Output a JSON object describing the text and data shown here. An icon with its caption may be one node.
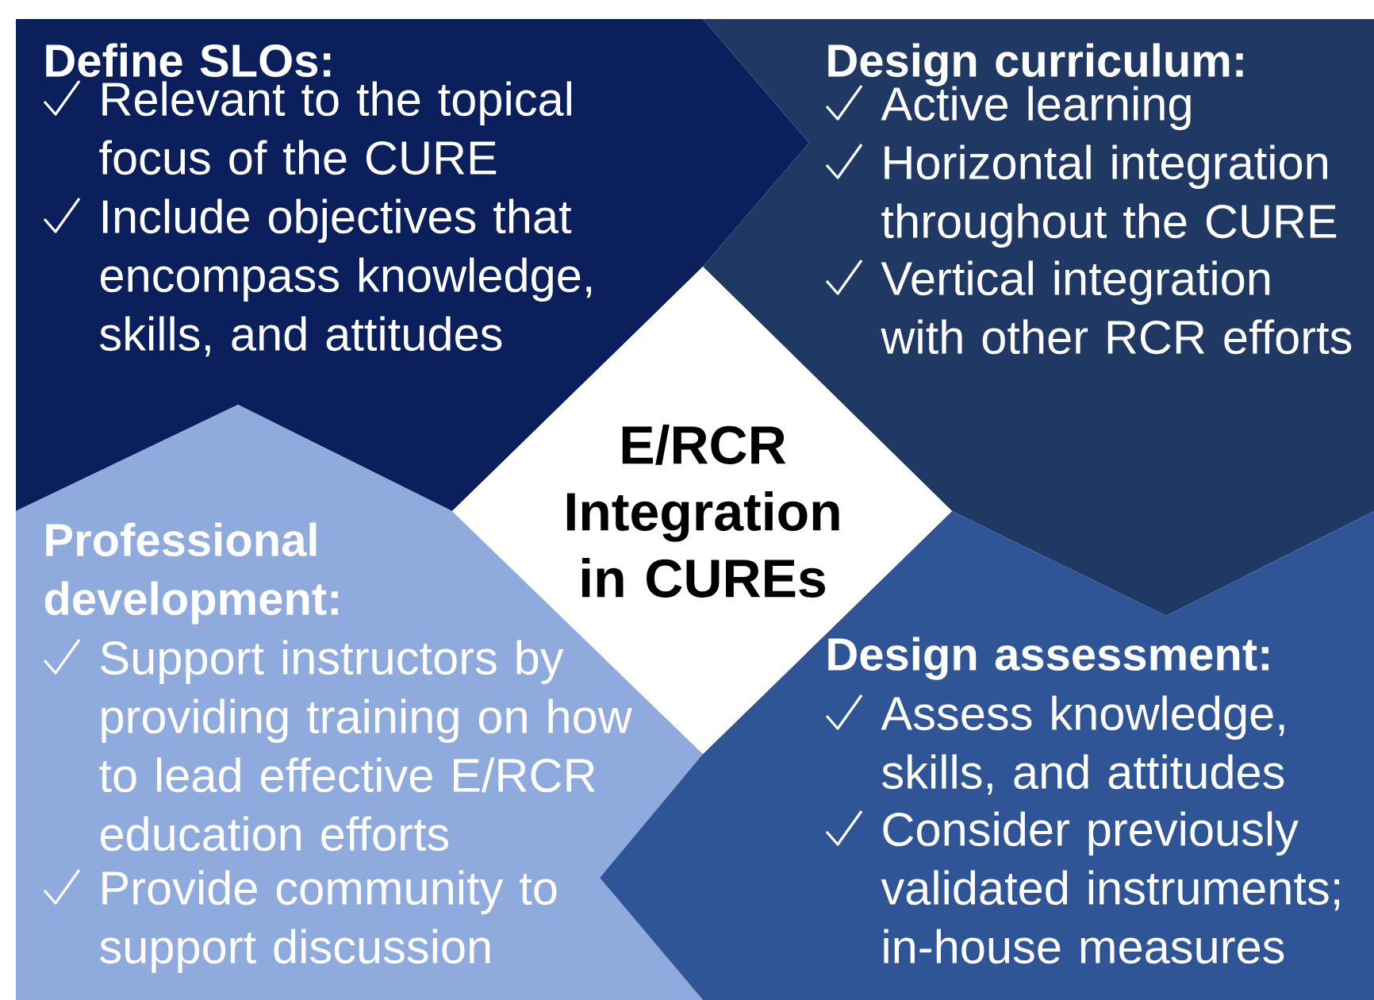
{
  "diagram": {
    "nodes": [
      {
        "text": [
          "Define SLOs:",
          "Relevant to the topical focus of the CURE",
          "Include objectives that encompass knowledge, skills, and attitudes"
        ]
      },
      {
        "text": [
          "Design curriculum:",
          "Active learning",
          "Horizontal integration throughout the CURE",
          "Vertical integration with other RCR efforts"
        ]
      },
      {
        "text": [
          "E/RCR Integration in CUREs"
        ]
      },
      {
        "text": [
          "Professional development:",
          "Support instructors by providing training on how to lead effective E/RCR education efforts",
          "Provide community to support discussion"
        ]
      },
      {
        "text": [
          "Design assessment:",
          "Assess knowledge, skills, and attitudes",
          "Consider previously validated instruments; in-house measures"
        ]
      }
    ]
  }
}
